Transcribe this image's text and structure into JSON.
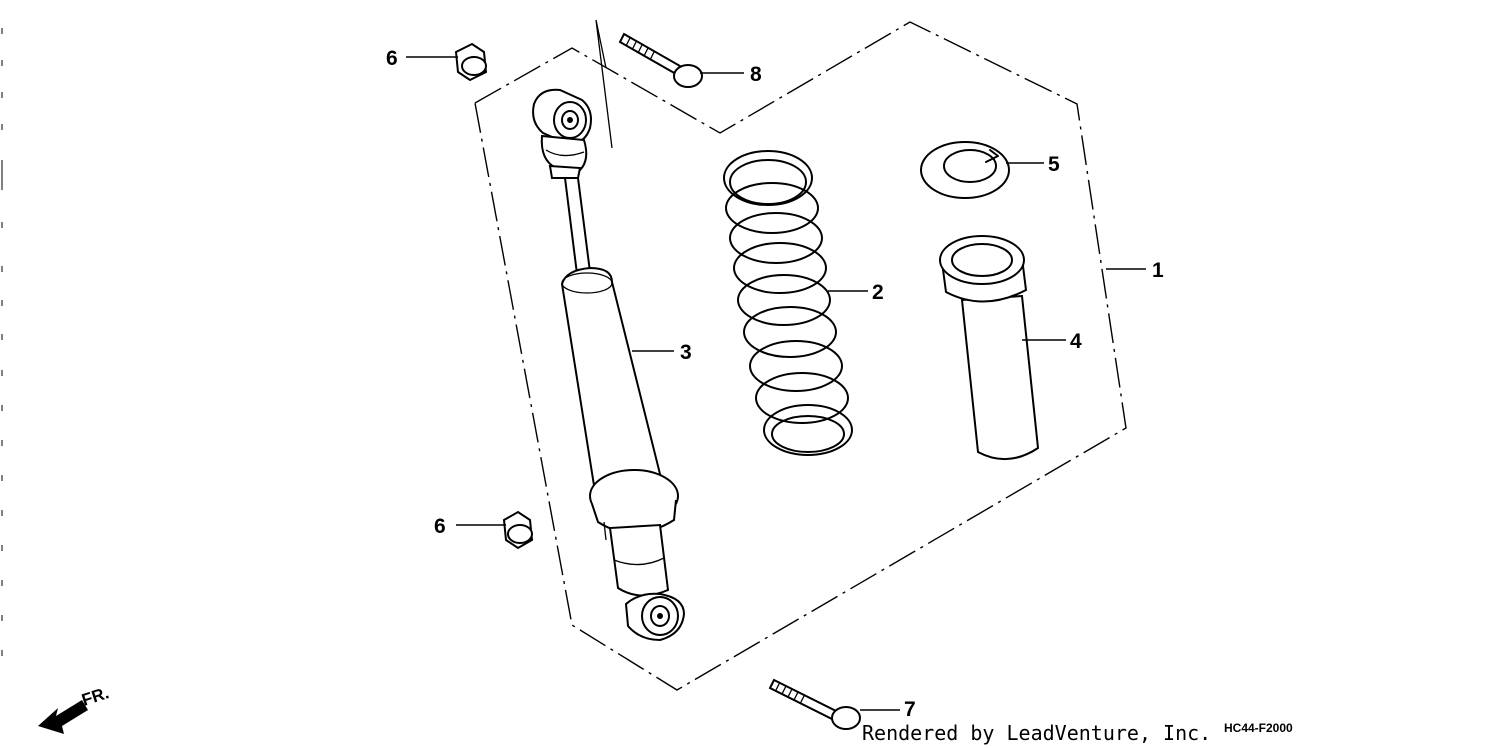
{
  "diagram": {
    "callouts": [
      {
        "id": "1",
        "text": "1"
      },
      {
        "id": "2",
        "text": "2"
      },
      {
        "id": "3",
        "text": "3"
      },
      {
        "id": "4",
        "text": "4"
      },
      {
        "id": "5",
        "text": "5"
      },
      {
        "id": "6a",
        "text": "6"
      },
      {
        "id": "6b",
        "text": "6"
      },
      {
        "id": "7",
        "text": "7"
      },
      {
        "id": "8",
        "text": "8"
      }
    ],
    "direction_label": "FR.",
    "credit": "Rendered by LeadVenture, Inc.",
    "diagram_code": "HC44-F2000"
  }
}
